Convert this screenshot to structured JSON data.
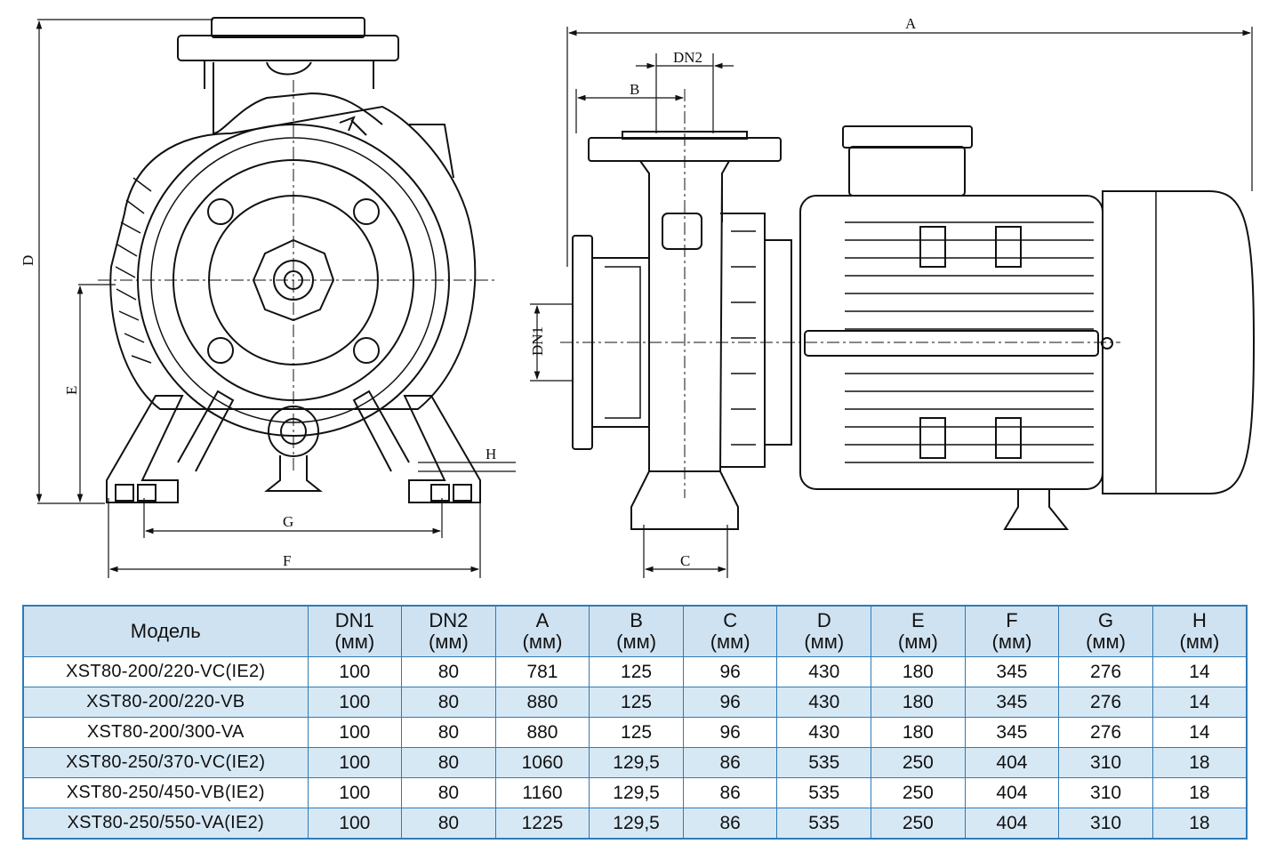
{
  "drawing": {
    "labels": {
      "A": "A",
      "B": "B",
      "C": "C",
      "D": "D",
      "E": "E",
      "F": "F",
      "G": "G",
      "H": "H",
      "DN1": "DN1",
      "DN2": "DN2"
    }
  },
  "table": {
    "columns": [
      {
        "name": "Модель",
        "unit": ""
      },
      {
        "name": "DN1",
        "unit": "(мм)"
      },
      {
        "name": "DN2",
        "unit": "(мм)"
      },
      {
        "name": "A",
        "unit": "(мм)"
      },
      {
        "name": "B",
        "unit": "(мм)"
      },
      {
        "name": "C",
        "unit": "(мм)"
      },
      {
        "name": "D",
        "unit": "(мм)"
      },
      {
        "name": "E",
        "unit": "(мм)"
      },
      {
        "name": "F",
        "unit": "(мм)"
      },
      {
        "name": "G",
        "unit": "(мм)"
      },
      {
        "name": "H",
        "unit": "(мм)"
      }
    ],
    "rows": [
      [
        "XST80-200/220-VC(IE2)",
        "100",
        "80",
        "781",
        "125",
        "96",
        "430",
        "180",
        "345",
        "276",
        "14"
      ],
      [
        "XST80-200/220-VB",
        "100",
        "80",
        "880",
        "125",
        "96",
        "430",
        "180",
        "345",
        "276",
        "14"
      ],
      [
        "XST80-200/300-VA",
        "100",
        "80",
        "880",
        "125",
        "96",
        "430",
        "180",
        "345",
        "276",
        "14"
      ],
      [
        "XST80-250/370-VC(IE2)",
        "100",
        "80",
        "1060",
        "129,5",
        "86",
        "535",
        "250",
        "404",
        "310",
        "18"
      ],
      [
        "XST80-250/450-VB(IE2)",
        "100",
        "80",
        "1160",
        "129,5",
        "86",
        "535",
        "250",
        "404",
        "310",
        "18"
      ],
      [
        "XST80-250/550-VA(IE2)",
        "100",
        "80",
        "1225",
        "129,5",
        "86",
        "535",
        "250",
        "404",
        "310",
        "18"
      ]
    ]
  },
  "colors": {
    "table_border": "#2f7ab6",
    "header_bg": "#cfe2f1",
    "stripe_bg": "#d7e8f5",
    "line": "#111111"
  }
}
